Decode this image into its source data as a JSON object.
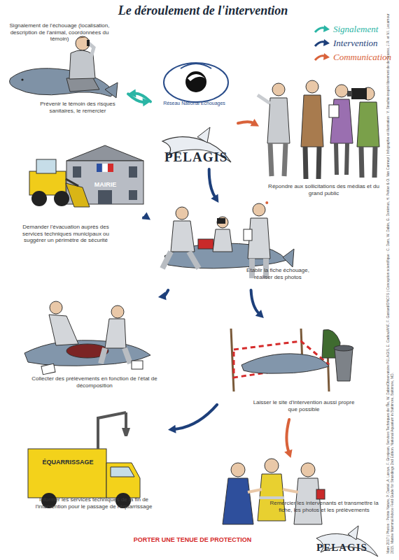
{
  "diagram": {
    "title": "Le déroulement de l'intervention",
    "nodes": [
      {
        "text": [
          "Signalement de l'échouage (localisation, description de l'animal, coordonnées du témoin)",
          "Prévenir le témoin des risques sanitaires, le remercier"
        ]
      },
      {
        "text": [
          "Réseau National Echouages",
          "PELAGIS"
        ]
      },
      {
        "text": [
          "Répondre aux sollicitations des médias et du grand public"
        ]
      },
      {
        "text": [
          "MAIRIE",
          "Demander l'évacuation auprès des services techniques municipaux ou suggérer un périmètre de sécurité"
        ]
      },
      {
        "text": [
          "Établir la fiche échouage, réaliser des photos"
        ]
      },
      {
        "text": [
          "Collecter des prélèvements en fonction de l'état de décomposition"
        ]
      },
      {
        "text": [
          "Laisser le site d'intervention aussi propre que possible"
        ]
      },
      {
        "text": [
          "ÉQUARRISSAGE",
          "Informer les services techniques de la fin de l'intervention pour le passage de l'équarrissage"
        ]
      },
      {
        "text": [
          "Remercier les intervenants et transmettre la fiche, les photos et les prélèvements"
        ]
      }
    ],
    "edges": [
      {
        "from": 0,
        "to": 1,
        "arrow": "to"
      },
      {
        "from": 1,
        "to": 0,
        "arrow": "to"
      },
      {
        "from": 1,
        "to": 2,
        "arrow": "to"
      },
      {
        "from": 1,
        "to": 4,
        "arrow": "to"
      },
      {
        "from": 3,
        "to": 4,
        "arrow": "to"
      },
      {
        "from": 4,
        "to": 2,
        "arrow": "to"
      },
      {
        "from": 4,
        "to": 5,
        "arrow": "to"
      },
      {
        "from": 4,
        "to": 6,
        "arrow": "to"
      },
      {
        "from": 6,
        "to": 8,
        "arrow": "to"
      },
      {
        "from": 6,
        "to": 7,
        "arrow": "to"
      }
    ],
    "labels": [
      "PORTER UNE TENUE DE PROTECTION",
      "PELAGIS",
      "Mars 2017 | Photos : Pointe Nature, P. Daniel, A. Laroye, F. Grosjean, Services Techniques de l'Île, W. Dabin/Observatoire PELAGIS, E. Cadiou/ANF, F. Gastard/ONCFS | Conception scientifique : C. Dars, W. Dabin, G. Dorémus, H. Peltier & O. Van Canneyt | Infographie et illustration : Y. Strachie inspiré librement de de Grasso, J.R. et V.I. Lecamour 2015. Marine Mammal Advice Field Guide for Strandings 2nd Edition. National Aquarium in Baltimore, Baltimore, MD."
    ],
    "legend": [
      {
        "text": "Signalement",
        "color": "#2ab5a5"
      },
      {
        "text": "Intervention",
        "color": "#1d3f7a"
      },
      {
        "text": "Communication",
        "color": "#d9623a"
      }
    ]
  }
}
